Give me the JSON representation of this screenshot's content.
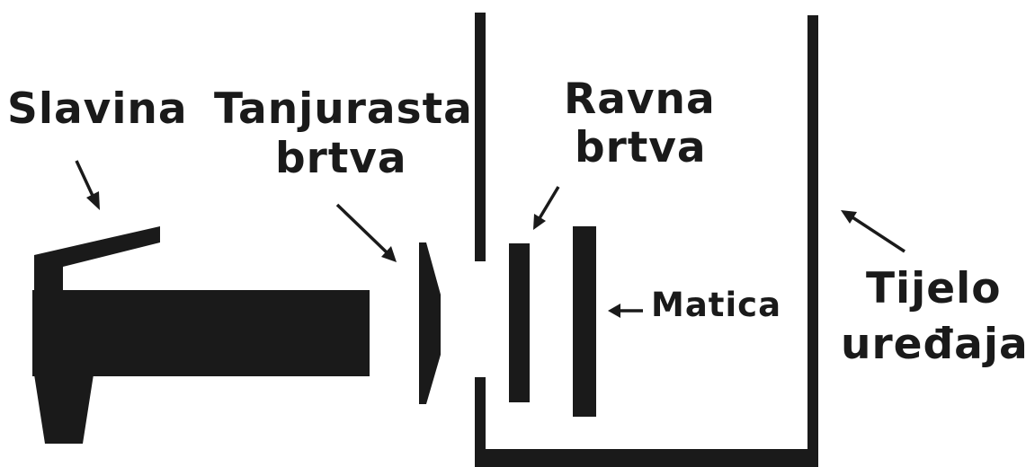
{
  "labels": {
    "faucet": "Slavina",
    "cup_seal_line1": "Tanjurasta",
    "cup_seal_line2": "brtva",
    "flat_seal_line1": "Ravna",
    "flat_seal_line2": "brtva",
    "nut": "Matica",
    "body_line1": "Tijelo",
    "body_line2": "uređaja"
  },
  "colors": {
    "ink": "#1a1a1a",
    "background": "#ffffff"
  }
}
